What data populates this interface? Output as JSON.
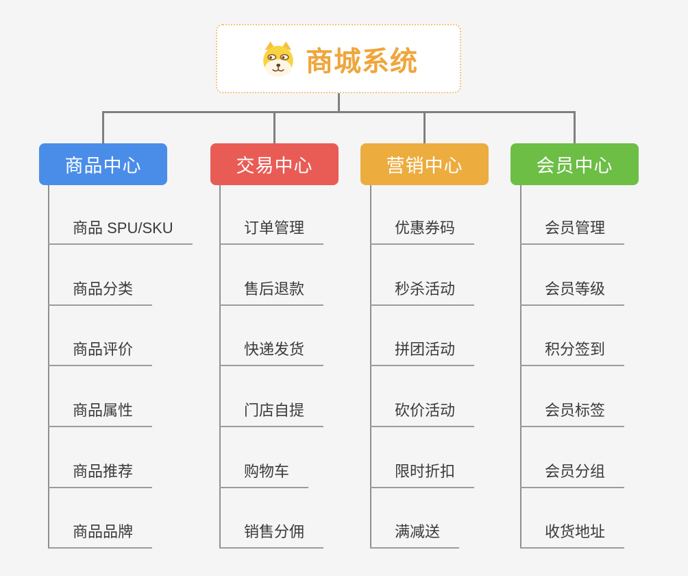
{
  "root": {
    "label": "商城系统",
    "icon": "doge-face-icon",
    "text_color": "#efa63c",
    "border_color": "#f2c274"
  },
  "palette": {
    "canvas_bg": "#f5f5f6",
    "connector_gray": "#7f7f7f",
    "underline_gray": "#9b9b9b",
    "leaf_text": "#3a3a3a"
  },
  "branches": [
    {
      "label": "商品中心",
      "color": "#4a8de9",
      "items": [
        "商品 SPU/SKU",
        "商品分类",
        "商品评价",
        "商品属性",
        "商品推荐",
        "商品品牌"
      ]
    },
    {
      "label": "交易中心",
      "color": "#e95c55",
      "items": [
        "订单管理",
        "售后退款",
        "快递发货",
        "门店自提",
        "购物车",
        "销售分佣"
      ]
    },
    {
      "label": "营销中心",
      "color": "#ecac3e",
      "items": [
        "优惠券码",
        "秒杀活动",
        "拼团活动",
        "砍价活动",
        "限时折扣",
        "满减送"
      ]
    },
    {
      "label": "会员中心",
      "color": "#6cbe45",
      "items": [
        "会员管理",
        "会员等级",
        "积分签到",
        "会员标签",
        "会员分组",
        "收货地址"
      ]
    }
  ]
}
